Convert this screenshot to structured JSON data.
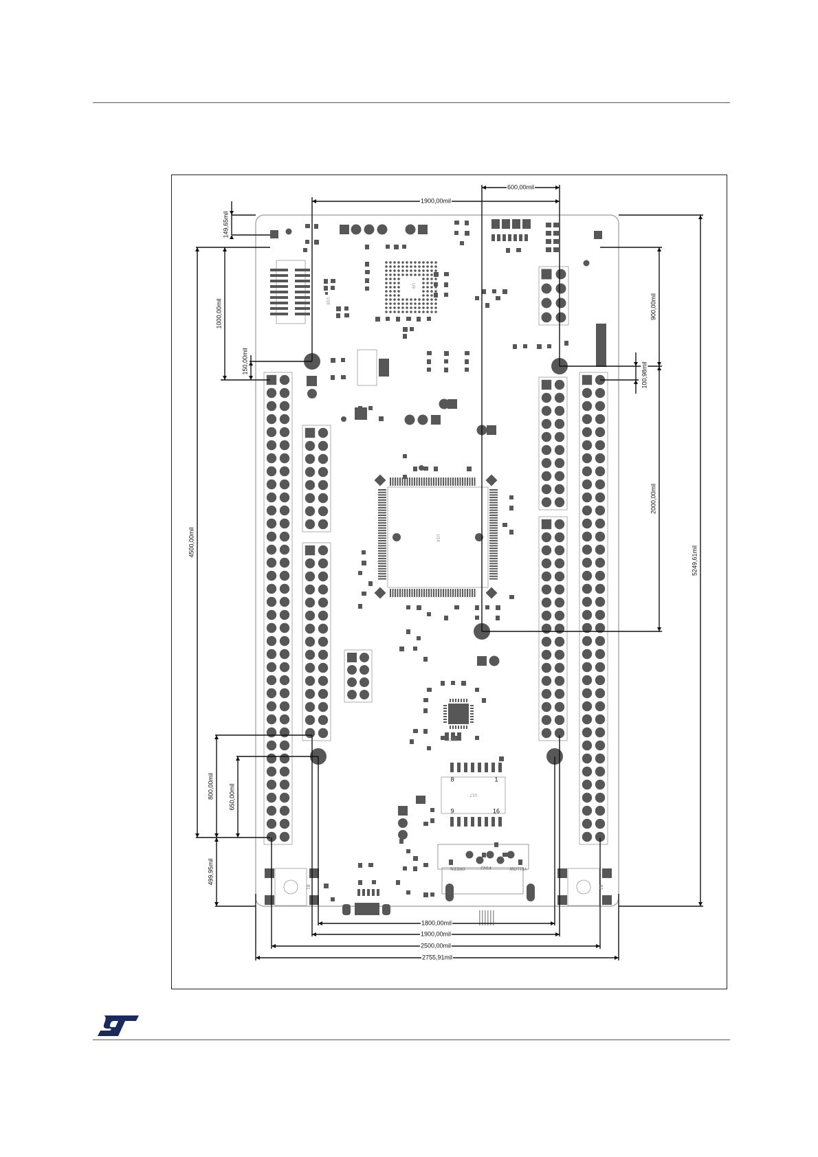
{
  "colors": {
    "board_outline": "#9a9a9a",
    "component": "#575757",
    "dimension_line": "#111111",
    "rule": "#555555",
    "logo": "#1a2a5c"
  },
  "logo": {
    "icon": "st-logo-icon",
    "text": "ST"
  },
  "dimensions": {
    "top_span_left": "1900,00mil",
    "top_span_right": "600,00mil",
    "left_top_offset": "149,65mil",
    "left_upper": "1000,00mil",
    "left_small": "150,00mil",
    "left_total": "4500,00mil",
    "left_lower_a": "800,00mil",
    "left_lower_b": "650,00mil",
    "left_bottom": "499,95mil",
    "right_upper": "900,00mil",
    "right_small": "100,98mil",
    "right_mid": "2000,00mil",
    "right_total": "5249,61mil",
    "bottom_1": "1800,00mil",
    "bottom_2": "1900,00mil",
    "bottom_3": "2500,00mil",
    "bottom_4": "2755,91mil"
  },
  "silkscreen": {
    "connector": "CN14",
    "led_green": "GREEN",
    "led_yellow": "YELLOW",
    "pin_8": "8",
    "pin_1": "1",
    "pin_9": "9",
    "pin_16": "16",
    "ic_mcu": "U14",
    "ic_bga": "U9",
    "ic_small_a": "U16",
    "ic_small_b": "U10",
    "ic_soic": "U17",
    "sw_left": "B1",
    "sw_right": "B2"
  }
}
